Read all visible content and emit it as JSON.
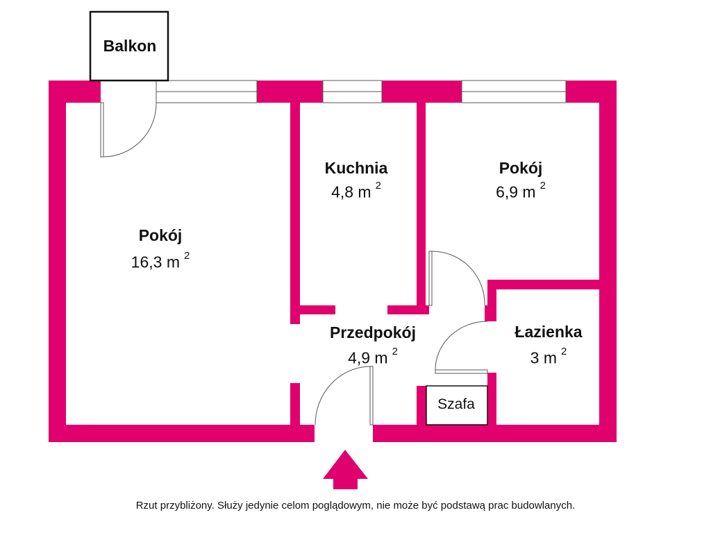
{
  "colors": {
    "wall": "#e0006e",
    "line": "#555555",
    "text": "#111111"
  },
  "rooms": {
    "balkon": {
      "name": "Balkon"
    },
    "pokoj_large": {
      "name": "Pokój",
      "area": "16,3 m",
      "unit_exp": "2"
    },
    "kuchnia": {
      "name": "Kuchnia",
      "area": "4,8 m",
      "unit_exp": "2"
    },
    "pokoj_small": {
      "name": "Pokój",
      "area": "6,9 m",
      "unit_exp": "2"
    },
    "przedpokoj": {
      "name": "Przedpokój",
      "area": "4,9 m",
      "unit_exp": "2"
    },
    "lazienka": {
      "name": "Łazienka",
      "area": "3 m",
      "unit_exp": "2"
    },
    "szafa": {
      "name": "Szafa"
    }
  },
  "entrance_icon": "arrow-up-icon",
  "footer": "Rzut przybliżony. Służy jedynie celom poglądowym, nie może być podstawą prac budowlanych."
}
